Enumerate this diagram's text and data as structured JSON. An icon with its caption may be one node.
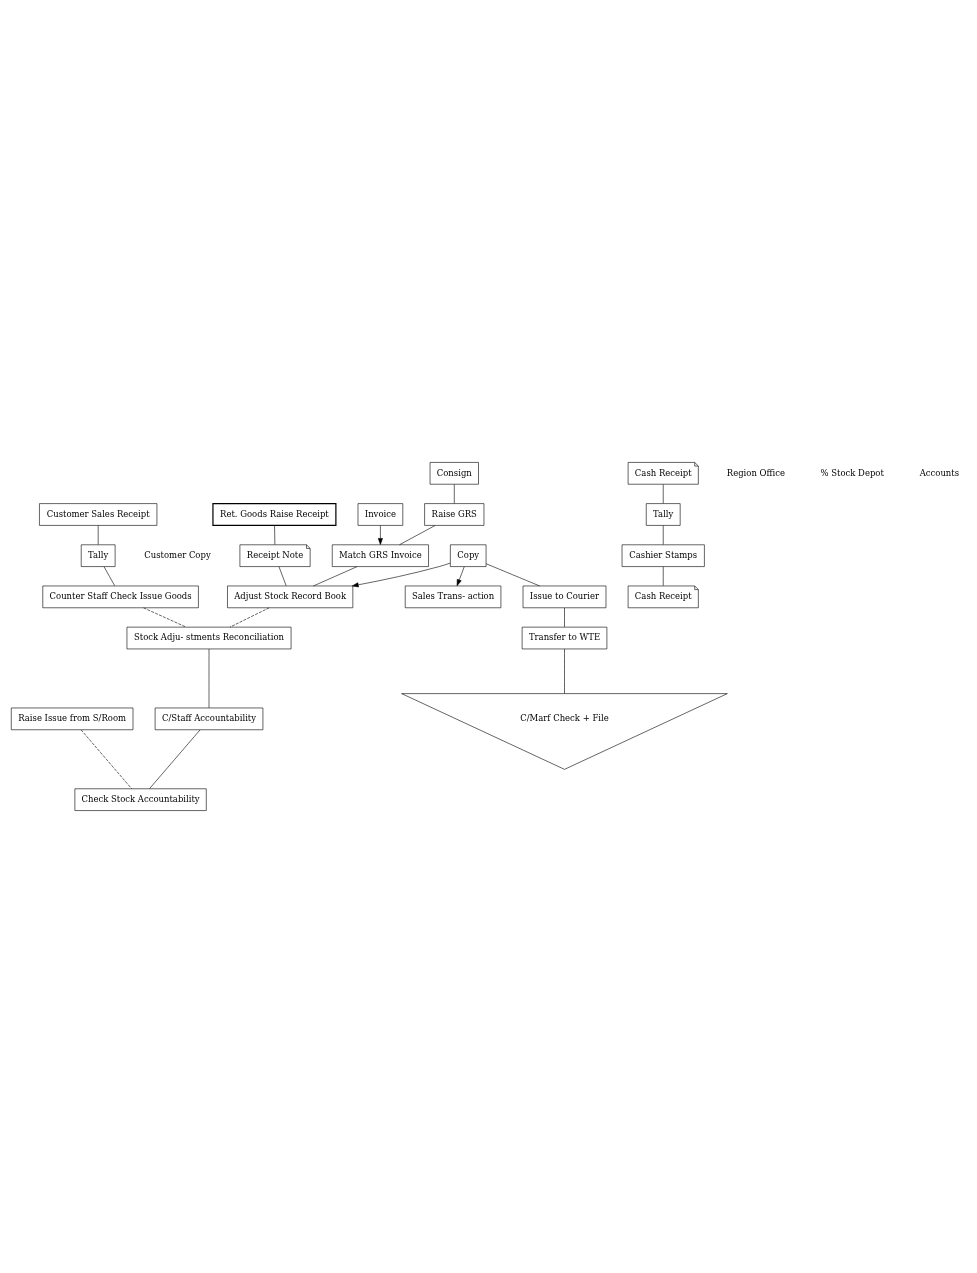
{
  "diagram": {
    "nodes": [
      {
        "text": [
          "Ret. Goods Raise Receipt"
        ]
      },
      {
        "text": [
          "Receipt Note"
        ],
        "beside": [
          "Customer Copy"
        ]
      },
      {
        "text": [
          "Consign"
        ]
      },
      {
        "text": [
          "Invoice"
        ]
      },
      {
        "text": [
          "Raise GRS"
        ]
      },
      {
        "text": [
          "Match GRS Invoice"
        ]
      },
      {
        "text": [
          "Adjust Stock Record Book"
        ]
      },
      {
        "text": [
          "Copy"
        ]
      },
      {
        "text": [
          "Issue to Courier"
        ]
      },
      {
        "text": [
          "Transfer to WTE"
        ]
      },
      {
        "text": [
          "C/Marf Check + File"
        ]
      },
      {
        "text": [
          "Sales Trans- action"
        ]
      },
      {
        "text": [
          "Cash Receipt"
        ]
      },
      {
        "text": [
          "Tally"
        ]
      },
      {
        "text": [
          "Cashier Stamps"
        ]
      },
      {
        "text": [
          "Cash Receipt"
        ]
      },
      {
        "text": [
          "Customer Sales Receipt"
        ]
      },
      {
        "text": [
          "Tally"
        ]
      },
      {
        "text": [
          "Counter Staff Check Issue Goods"
        ]
      },
      {
        "text": [
          "Stock Adju- stments Reconciliation"
        ]
      },
      {
        "text": [
          "C/Staff Accountability"
        ]
      },
      {
        "text": [
          "Raise Issue from S/Room"
        ]
      },
      {
        "text": [
          "Check Stock Accountability"
        ]
      }
    ],
    "edges": [
      {
        "from": 0,
        "to": 1,
        "arrow": "none"
      },
      {
        "from": 1,
        "to": 6,
        "arrow": "none"
      },
      {
        "from": 2,
        "to": 4,
        "arrow": "none"
      },
      {
        "from": 4,
        "to": 5,
        "arrow": "none"
      },
      {
        "from": 3,
        "to": 5,
        "arrow": "to"
      },
      {
        "from": 5,
        "to": 6,
        "arrow": "none"
      },
      {
        "from": 7,
        "to": 6,
        "arrow": "to"
      },
      {
        "from": 7,
        "to": 8,
        "arrow": "none"
      },
      {
        "from": 8,
        "to": 9,
        "arrow": "none"
      },
      {
        "from": 9,
        "to": 10,
        "arrow": "none"
      },
      {
        "from": 7,
        "to": 11,
        "arrow": "to"
      },
      {
        "from": 12,
        "to": 13,
        "arrow": "none"
      },
      {
        "from": 13,
        "to": 14,
        "arrow": "none"
      },
      {
        "from": 14,
        "to": 15,
        "arrow": "none"
      },
      {
        "from": 16,
        "to": 17,
        "arrow": "none"
      },
      {
        "from": 17,
        "to": 18,
        "arrow": "none"
      },
      {
        "from": 6,
        "to": 19,
        "arrow": "none",
        "style": "dashed"
      },
      {
        "from": 18,
        "to": 19,
        "arrow": "none",
        "style": "dashed"
      },
      {
        "from": 19,
        "to": 20,
        "arrow": "none"
      },
      {
        "from": 20,
        "to": 22,
        "arrow": "none"
      },
      {
        "from": 21,
        "to": 22,
        "arrow": "none",
        "style": "dashed"
      }
    ],
    "labels": [
      "Region Office",
      "% Stock Depot",
      "Accounts"
    ]
  }
}
